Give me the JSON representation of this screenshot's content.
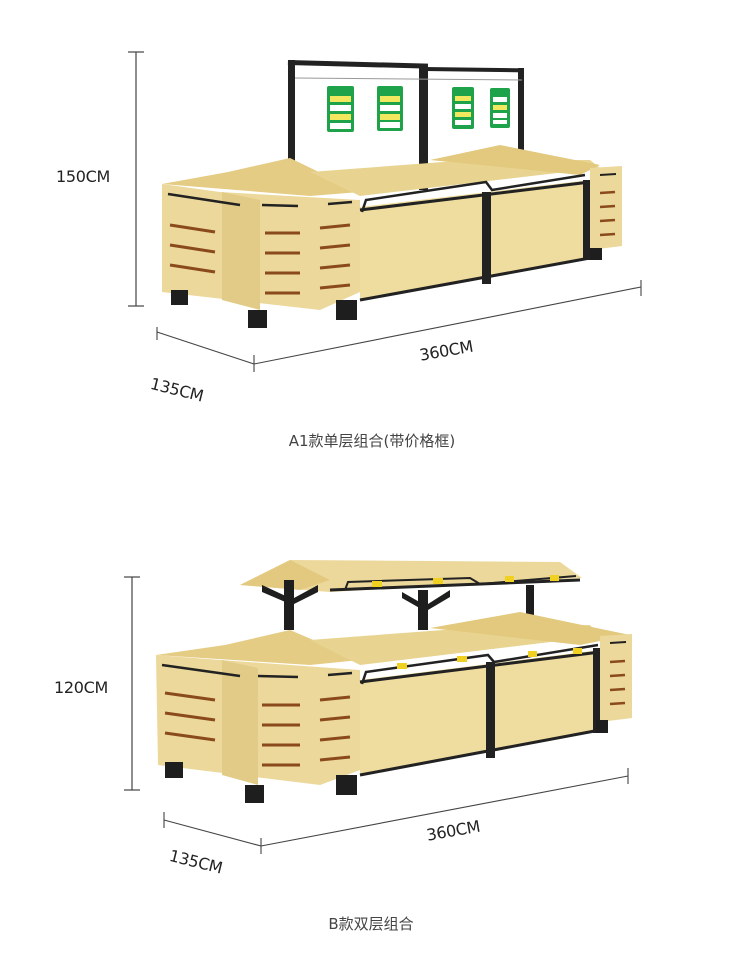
{
  "products": [
    {
      "id": "A1",
      "caption": "A1款单层组合(带价格框)",
      "height_label": "150CM",
      "depth_label": "135CM",
      "length_label": "360CM",
      "features": [
        "single-tier wooden display",
        "price tag frame rack",
        "4 hanging green price cards"
      ]
    },
    {
      "id": "B",
      "caption": "B款双层组合",
      "height_label": "120CM",
      "depth_label": "135CM",
      "length_label": "360CM",
      "features": [
        "two-tier wooden display",
        "upper shelf on black brackets",
        "yellow price clips on rails"
      ]
    }
  ],
  "colors": {
    "wood": "#ecd89a",
    "wood_dark": "#d9c07a",
    "wood_slot": "#8a4a1c",
    "metal": "#1e1e1e",
    "price_card": "#1ea34a",
    "price_card_fill": "#f1e860",
    "price_clip": "#f0d020",
    "dimension_line": "#444444"
  }
}
